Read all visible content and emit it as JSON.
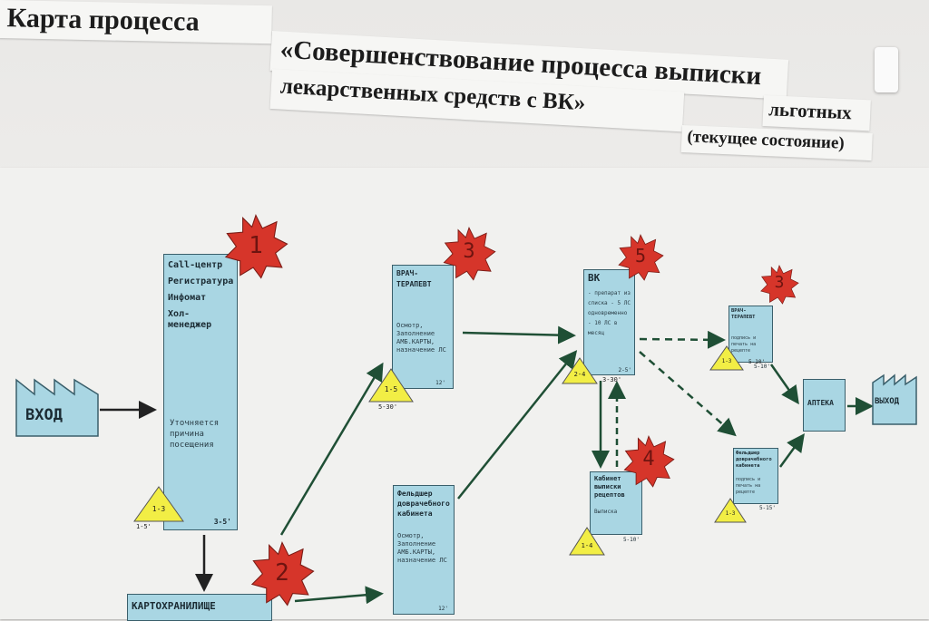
{
  "title": {
    "line1_a": "Карта процесса",
    "line1_b": "«Совершенствование   процесса выписки",
    "line1_c": "льготных",
    "line2_a": "лекарственных   средств с ВК»",
    "line2_b": "(текущее состояние)"
  },
  "entry": {
    "label": "ВХОД"
  },
  "exit": {
    "label": "ВЫХОД"
  },
  "boxes": {
    "call_center": {
      "title_lines": [
        "Call-центр",
        "Регистратура",
        "Инфомат",
        "Хол-менеджер"
      ],
      "body": "Уточняется причина посещения",
      "time": "3-5'"
    },
    "kartotek": {
      "title": "КАРТОХРАНИЛИЩЕ"
    },
    "therapist1": {
      "title": "ВРАЧ-ТЕРАПЕВТ",
      "body": "Осмотр, Заполнение АМБ.КАРТЫ, назначение ЛС",
      "time": "12'"
    },
    "feldsher1": {
      "title": "Фельдшер доврачебного кабинета",
      "body": "Осмотр, Заполнение АМБ.КАРТЫ, назначение ЛС",
      "time": "12'"
    },
    "vk": {
      "title": "ВК",
      "body": "- препарат из списка - 5 ЛС одновременно - 10 ЛС в месяц",
      "time": "2-5'"
    },
    "cabinet": {
      "title": "Кабинет выписки рецептов",
      "body": "Выписка",
      "time": "5-10'"
    },
    "therapist2": {
      "title": "ВРАЧ-ТЕРАПЕВТ",
      "body": "подпись и печать на рецепте",
      "time": "5-10'"
    },
    "feldsher2": {
      "title": "Фельдшер доврачебного кабинета",
      "body": "подпись и печать на рецепте",
      "time": "5-15'"
    },
    "pharmacy": {
      "title": "АПТЕКА"
    }
  },
  "stars": [
    "1",
    "2",
    "3",
    "4",
    "5",
    "3"
  ],
  "triangles": {
    "t1": {
      "label": "1-3",
      "time": "1-5'"
    },
    "t2": {
      "label": "1-5",
      "time": "5-30'"
    },
    "t3": {
      "label": "2-4",
      "time": "3-30'"
    },
    "t4": {
      "label": "1-4",
      "time": ""
    },
    "t5": {
      "label": "1-3",
      "time": "5-10'"
    },
    "t6": {
      "label": "1-3",
      "time": ""
    }
  },
  "colors": {
    "box": "#a9d6e3",
    "star": "#d6352a",
    "triangle": "#f2ee45",
    "arrow": "#1f4f35"
  }
}
